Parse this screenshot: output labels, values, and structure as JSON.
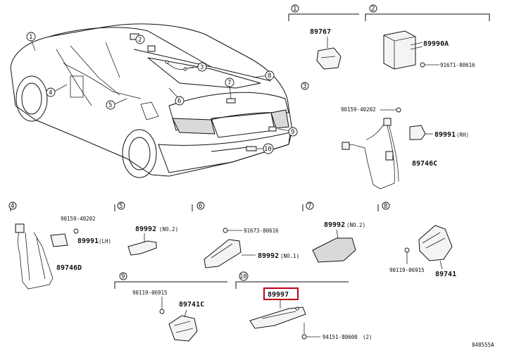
{
  "callout_numbers": [
    "1",
    "2",
    "3",
    "4",
    "5",
    "6",
    "7",
    "8",
    "9",
    "10"
  ],
  "sections": {
    "s1": {
      "index": "1",
      "parts": [
        {
          "pn": "89767"
        }
      ]
    },
    "s2": {
      "index": "2",
      "parts": [
        {
          "pn": "89990A"
        },
        {
          "pn": "91671-80616"
        }
      ]
    },
    "s3": {
      "index": "3",
      "parts": [
        {
          "pn": "90159-40202"
        },
        {
          "pn": "89991",
          "note": "(RH)"
        },
        {
          "pn": "89746C"
        }
      ]
    },
    "s4": {
      "index": "4",
      "parts": [
        {
          "pn": "90159-40202"
        },
        {
          "pn": "89991",
          "note": "(LH)"
        },
        {
          "pn": "89746D"
        }
      ]
    },
    "s5": {
      "index": "5",
      "parts": [
        {
          "pn": "89992",
          "note": "(NO.2)"
        }
      ]
    },
    "s6": {
      "index": "6",
      "parts": [
        {
          "pn": "91673-80616"
        },
        {
          "pn": "89992",
          "note": "(NO.1)"
        }
      ]
    },
    "s7": {
      "index": "7",
      "parts": [
        {
          "pn": "89992",
          "note": "(NO.2)"
        }
      ]
    },
    "s8": {
      "index": "8",
      "parts": [
        {
          "pn": "90119-06915"
        },
        {
          "pn": "89741"
        }
      ]
    },
    "s9": {
      "index": "9",
      "parts": [
        {
          "pn": "90119-06915"
        },
        {
          "pn": "89741C"
        }
      ]
    },
    "s10": {
      "index": "10",
      "parts": [
        {
          "pn": "89997",
          "highlight_color": "#c0001a"
        },
        {
          "pn": "94151-80600",
          "note": "(2)"
        }
      ]
    }
  },
  "diagram_id": "848555A",
  "colors": {
    "highlight": "#c0001a",
    "ink": "#111111"
  }
}
